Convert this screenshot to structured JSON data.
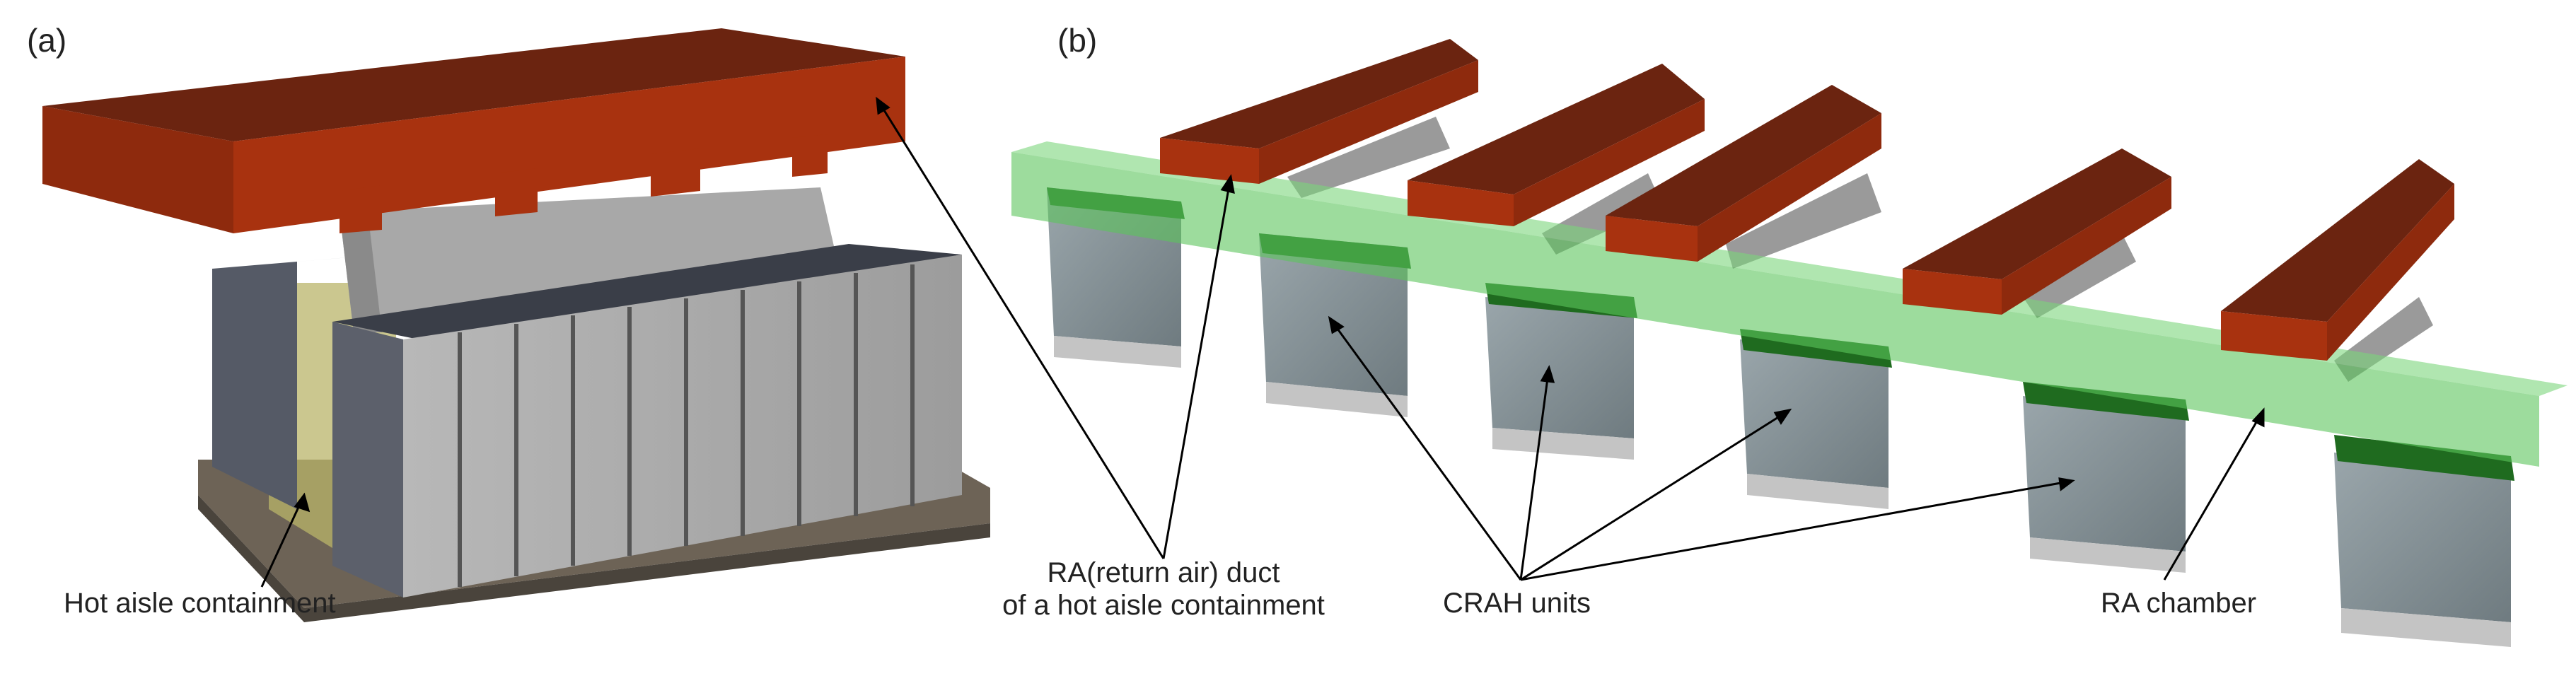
{
  "panels": [
    {
      "label": "(a)"
    },
    {
      "label": "(b)"
    }
  ],
  "annotations": {
    "hot_aisle": "Hot aisle containment",
    "ra_duct_line1": "RA(return air) duct",
    "ra_duct_line2": "of a hot aisle containment",
    "crah": "CRAH units",
    "ra_chamber": "RA chamber"
  },
  "colors": {
    "duct_front": "#a8320f",
    "duct_top": "#6b2410",
    "rack_face": "#aeaeae",
    "rack_side": "#6a6e78",
    "chamber": "#7cd67c",
    "crah_top": "#1f6b1f",
    "crah_body": "#8a9499"
  }
}
